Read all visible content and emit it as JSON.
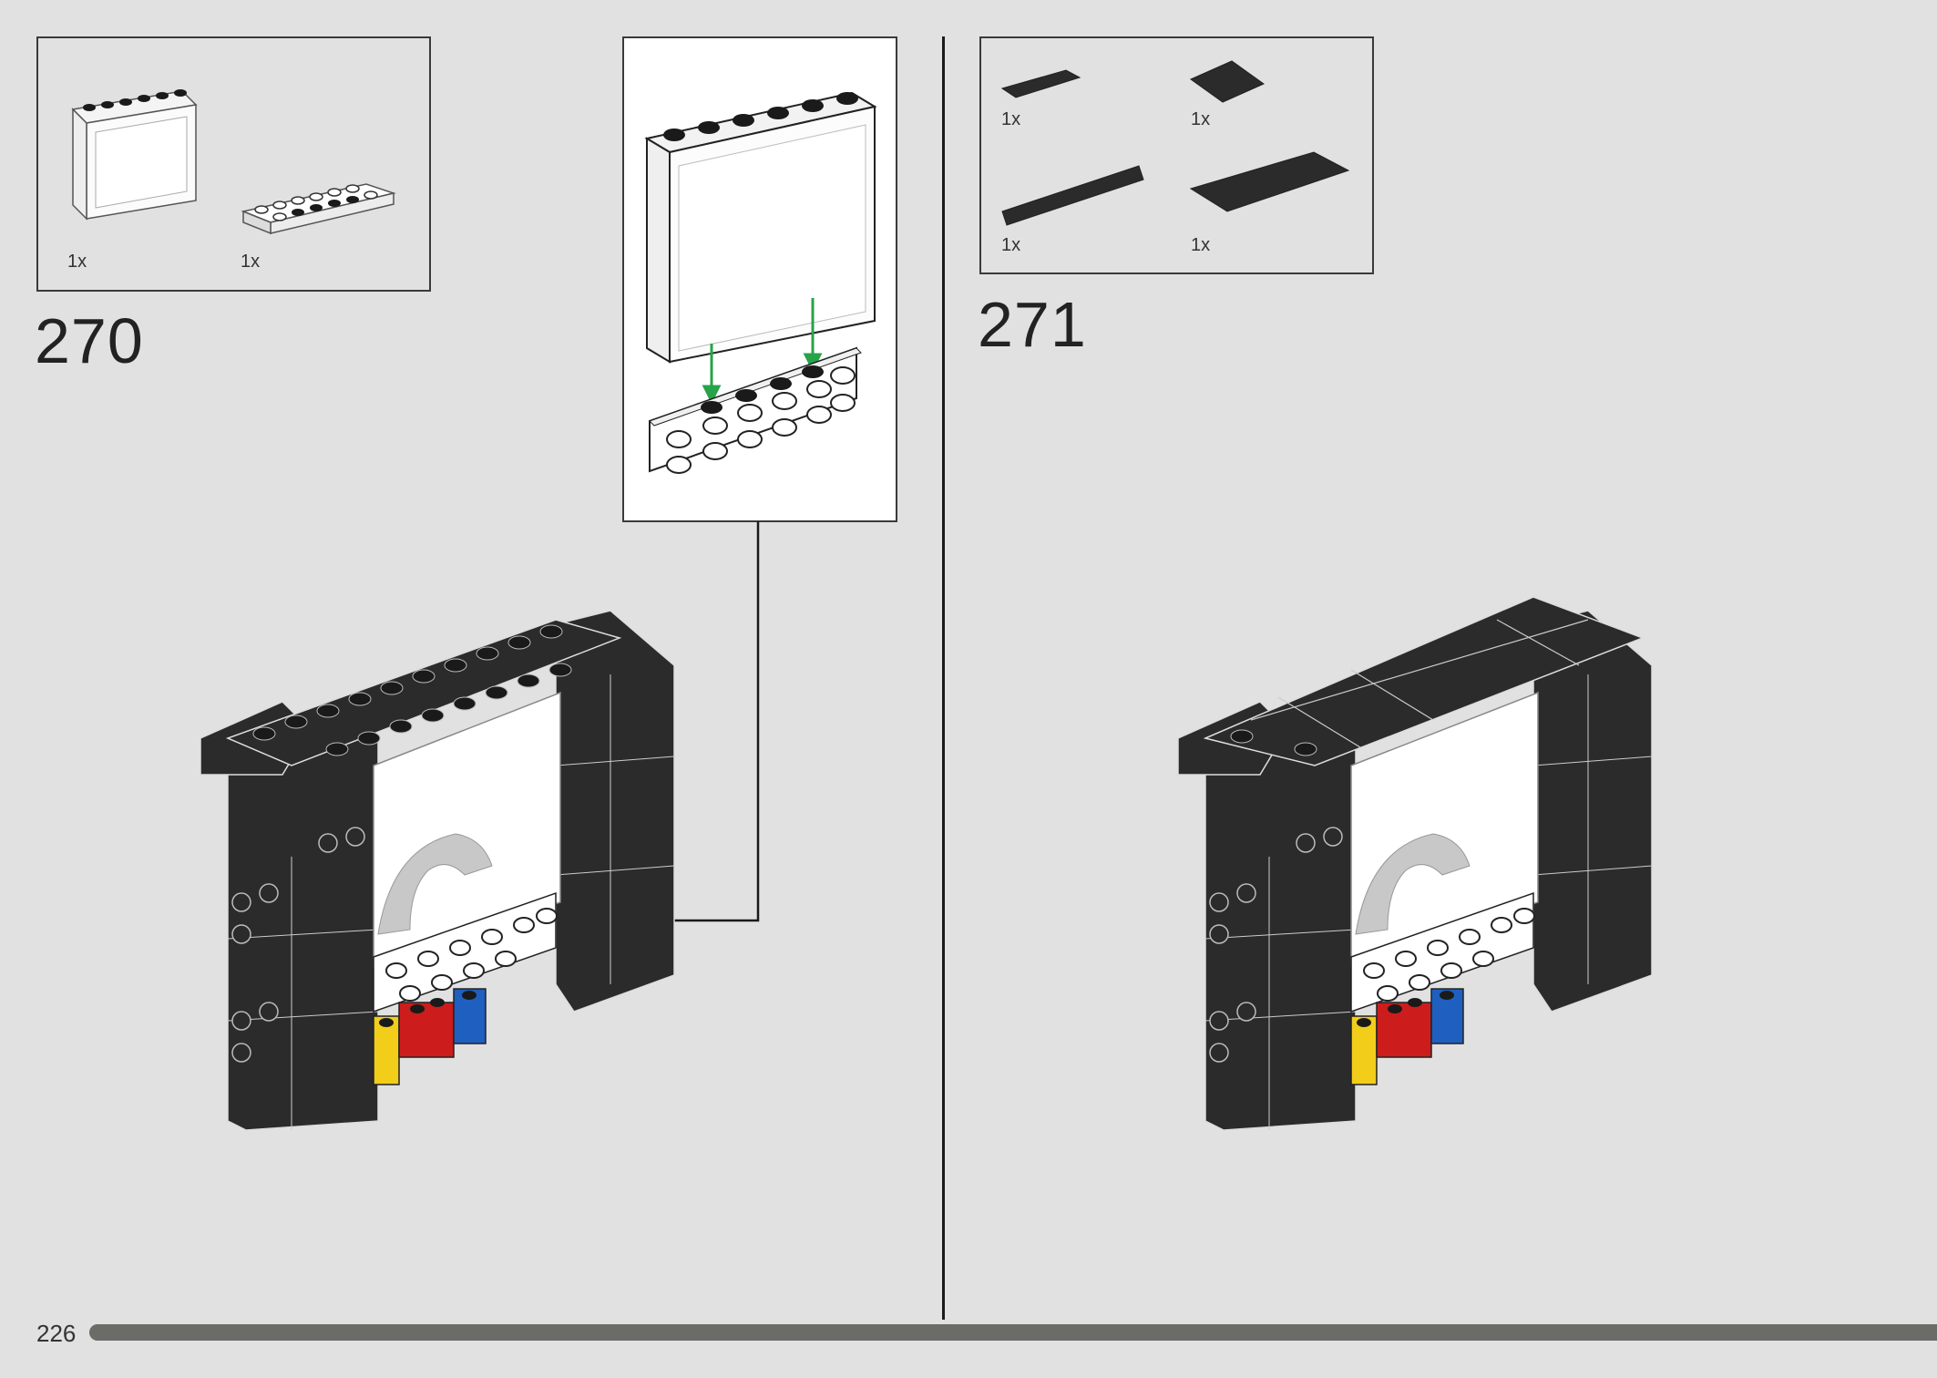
{
  "page": {
    "number": "226",
    "progress": 1.0
  },
  "steps": [
    {
      "number": "270",
      "parts": [
        {
          "qty": "1x",
          "part": "transparent panel 1x6x5"
        },
        {
          "qty": "1x",
          "part": "white plate 2x6 with studs"
        }
      ]
    },
    {
      "number": "271",
      "parts": [
        {
          "qty": "1x",
          "part": "black tile 1x2"
        },
        {
          "qty": "1x",
          "part": "black tile 2x2"
        },
        {
          "qty": "1x",
          "part": "black tile 1x6"
        },
        {
          "qty": "1x",
          "part": "black tile 2x6"
        }
      ]
    }
  ],
  "colors": {
    "background": "#e1e1e1",
    "brick_black": "#2b2b2b",
    "stud_white": "#ffffff",
    "red": "#cc1c1c",
    "blue": "#1f5fbf",
    "yellow": "#f2cd1a",
    "green_arrow": "#27a34a",
    "progress": "#6b6b68"
  }
}
